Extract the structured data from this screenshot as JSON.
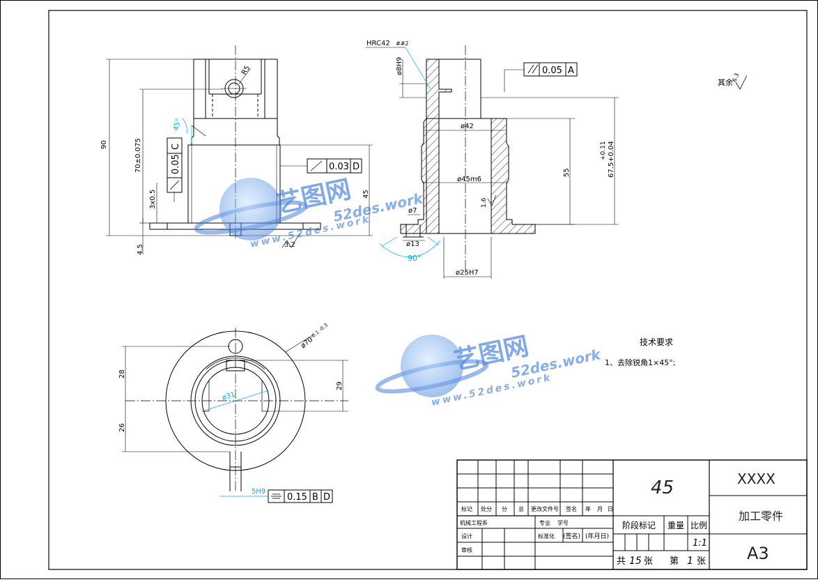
{
  "front_view": {
    "dims": {
      "d90": "90",
      "d70": "70±0.075",
      "d45": "45",
      "d3x05": "3x0.5",
      "d45b": "4.5",
      "r5": "R5",
      "angle45": "45°",
      "rough32": "3.2"
    },
    "tol_runout_c": {
      "value": "0.05",
      "datum": "C"
    },
    "tol_runout_d": {
      "value": "0.03",
      "datum": "D"
    }
  },
  "section_view": {
    "hardness": "HRC42",
    "hardness_tail": "##2",
    "dims": {
      "d8h9": "ø8H9",
      "d42": "ø42",
      "d45m6": "ø45m6",
      "d55": "55",
      "d675": "67.5+0.04",
      "d675_upper": "+0.11",
      "d7": "ø7",
      "d13": "ø13",
      "angle90": "90°",
      "d25h7": "ø25H7",
      "rough16": "1.6"
    },
    "tol_parallel": {
      "value": "0.05",
      "datum": "A"
    }
  },
  "top_view": {
    "dims": {
      "d70": "ø70",
      "d70_tol": "-0.1 -0.3",
      "d31": "ø31",
      "d28": "28",
      "d26": "26",
      "d29": "29",
      "d5h9": "5H9"
    },
    "tol_symmetry": {
      "value": "0.15",
      "datum1": "B",
      "datum2": "D"
    }
  },
  "rough_other": {
    "label": "其余",
    "value": "6.3"
  },
  "tech_req": {
    "title": "技术要求",
    "item1": "1、去除锐角1×45°;"
  },
  "watermarks": [
    {
      "name": "艺图网",
      "url": "52des.work",
      "url2": "www.52des.work"
    },
    {
      "name": "艺图网",
      "url": "52des.work",
      "url2": "www.52des.work"
    }
  ],
  "title_block": {
    "material": "45",
    "company": "XXXX",
    "part_name": "加工零件",
    "size": "A3",
    "headers": [
      "标记",
      "处分",
      "分",
      "总",
      "更改文件号",
      "签名",
      "年",
      "月",
      "日"
    ],
    "dept": "机械工程系",
    "major": "专业",
    "class": "学号",
    "std": "标准化",
    "sign": "(签名)",
    "date": "(年月日)",
    "design": "设计",
    "review": "审核",
    "stage": "阶段标记",
    "weight": "重量",
    "scale_label": "比例",
    "scale": "1:1",
    "sheets_total_pre": "共",
    "sheets_total": "15",
    "sheets_total_post": "张",
    "sheet_no_pre": "第",
    "sheet_no": "1",
    "sheet_no_post": "张"
  },
  "colors": {
    "line": "#000000",
    "dim": "#00aaff",
    "watermark": "#3a78d8"
  }
}
